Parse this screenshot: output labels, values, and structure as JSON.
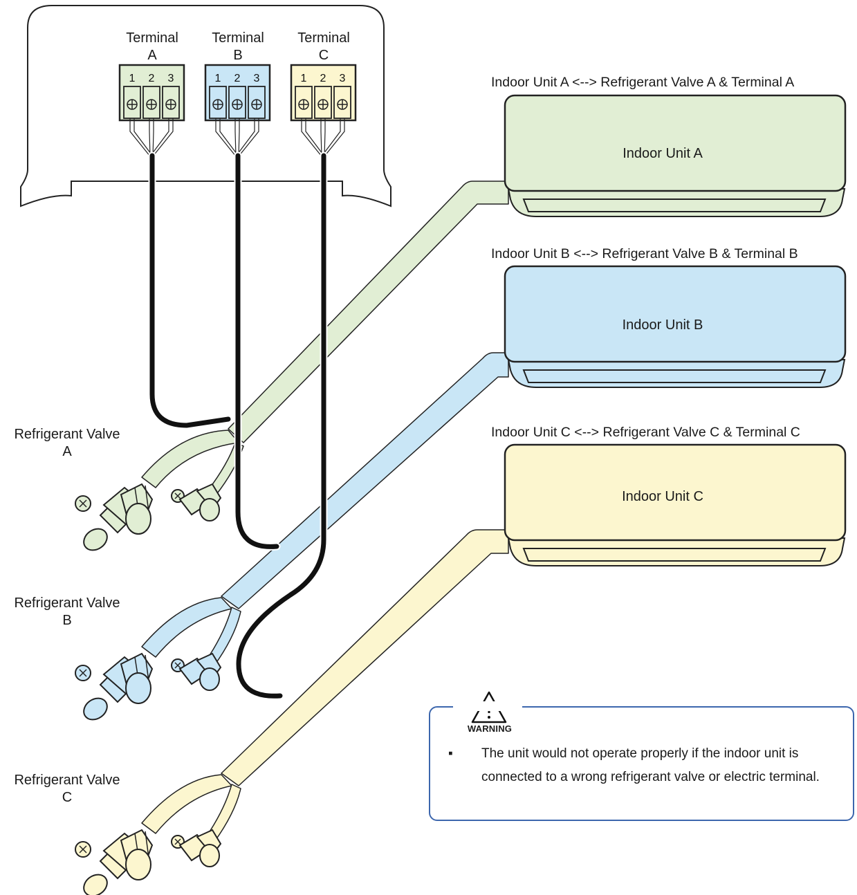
{
  "outdoor_unit": {
    "terminals": [
      {
        "label_line1": "Terminal",
        "label_line2": "A",
        "pins": [
          "1",
          "2",
          "3"
        ],
        "color": "#e1eed4"
      },
      {
        "label_line1": "Terminal",
        "label_line2": "B",
        "pins": [
          "1",
          "2",
          "3"
        ],
        "color": "#c9e6f6"
      },
      {
        "label_line1": "Terminal",
        "label_line2": "C",
        "pins": [
          "1",
          "2",
          "3"
        ],
        "color": "#fcf6cf"
      }
    ]
  },
  "indoor_units": [
    {
      "heading": "Indoor Unit A <--> Refrigerant Valve A & Terminal A",
      "name": "Indoor Unit A",
      "color": "#e1eed4"
    },
    {
      "heading": "Indoor Unit B <--> Refrigerant Valve B & Terminal B",
      "name": "Indoor Unit B",
      "color": "#c9e6f6"
    },
    {
      "heading": "Indoor Unit C <--> Refrigerant Valve C & Terminal C",
      "name": "Indoor Unit C",
      "color": "#fcf6cf"
    }
  ],
  "valves": [
    {
      "label_line1": "Refrigerant Valve",
      "label_line2": "A",
      "color": "#e1eed4"
    },
    {
      "label_line1": "Refrigerant Valve",
      "label_line2": "B",
      "color": "#c9e6f6"
    },
    {
      "label_line1": "Refrigerant Valve",
      "label_line2": "C",
      "color": "#fcf6cf"
    }
  ],
  "warning": {
    "title": "WARNING",
    "bullet": "▪",
    "text": "The unit would not operate properly if the indoor unit is connected to a wrong refrigerant valve or electric terminal."
  },
  "colors": {
    "cable": "#111111",
    "outline": "#222222",
    "warning_border": "#3c66ad"
  }
}
